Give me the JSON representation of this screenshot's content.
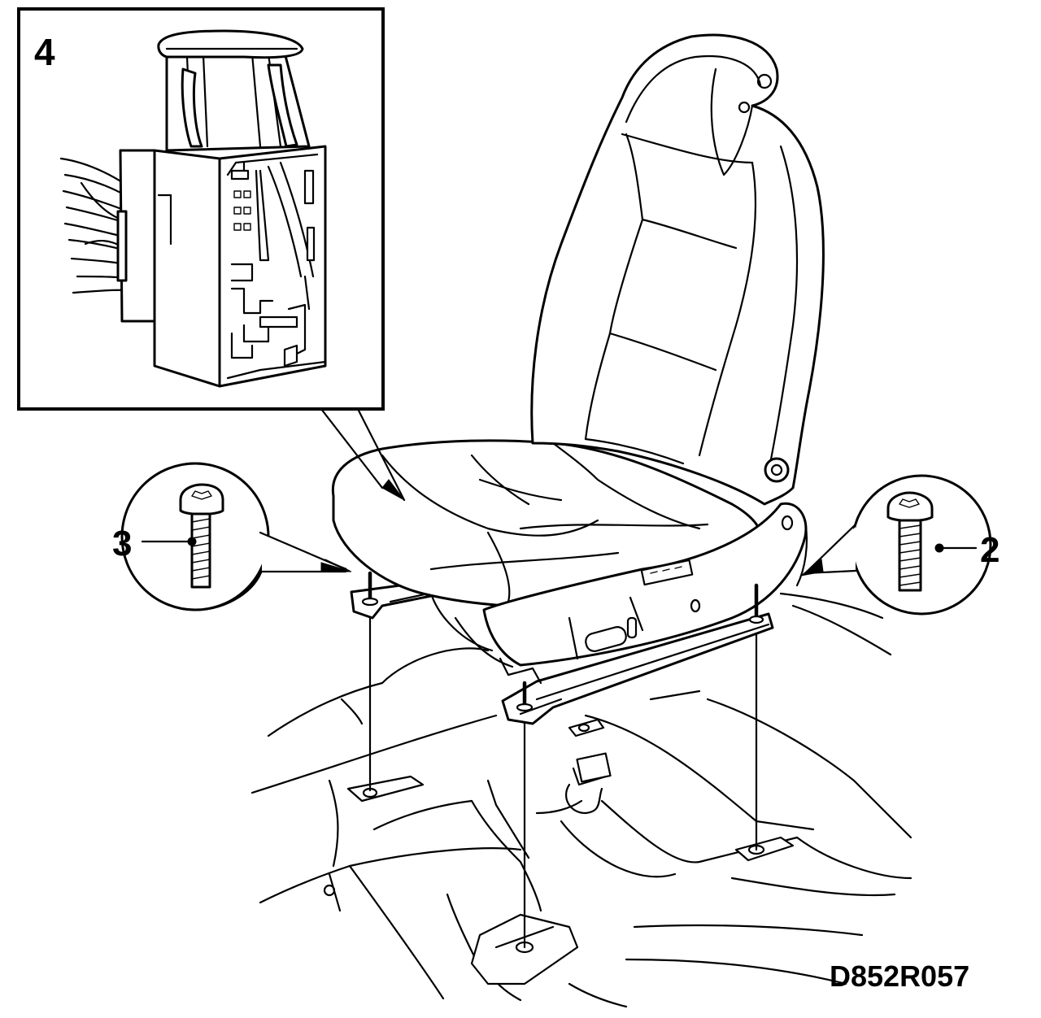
{
  "figure": {
    "reference_code": "D852R057",
    "callouts": [
      {
        "id": "connector",
        "label": "4"
      },
      {
        "id": "front-bolt",
        "label": "3"
      },
      {
        "id": "rear-bolt",
        "label": "2"
      }
    ]
  },
  "icons": {
    "seat": "car-seat-icon",
    "connector": "electrical-connector-icon",
    "bolt": "torx-bolt-icon"
  },
  "colors": {
    "line": "#000000",
    "background": "#ffffff"
  }
}
